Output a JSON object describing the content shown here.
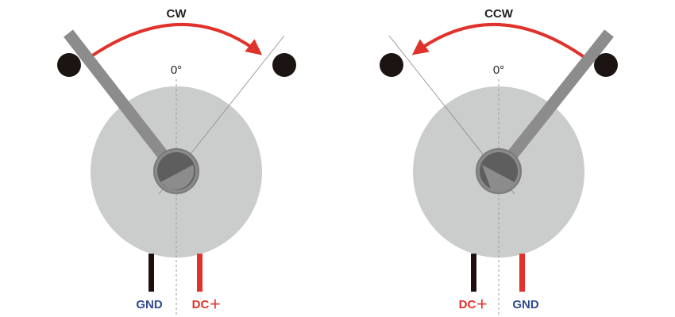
{
  "colors": {
    "body": "#cbcccc",
    "lever": "#8c8c8c",
    "lever_overlap": "#6b6b6b",
    "hub_ring": "#7d7d7d",
    "hub_center": "#5c5c5c",
    "stop": "#1c1412",
    "arrow": "#e1312b",
    "wire_gnd": "#1e0e0e",
    "wire_dc": "#e1312b",
    "label_gnd": "#2f4a8f",
    "label_dc": "#e1312b",
    "label_dark": "#222222",
    "guide": "#999999"
  },
  "left": {
    "direction_label": "CW",
    "zero_label": "0°",
    "wire_left_label": "GND",
    "wire_right_label": "DC＋"
  },
  "right": {
    "direction_label": "CCW",
    "zero_label": "0°",
    "wire_left_label": "DC＋",
    "wire_right_label": "GND"
  }
}
